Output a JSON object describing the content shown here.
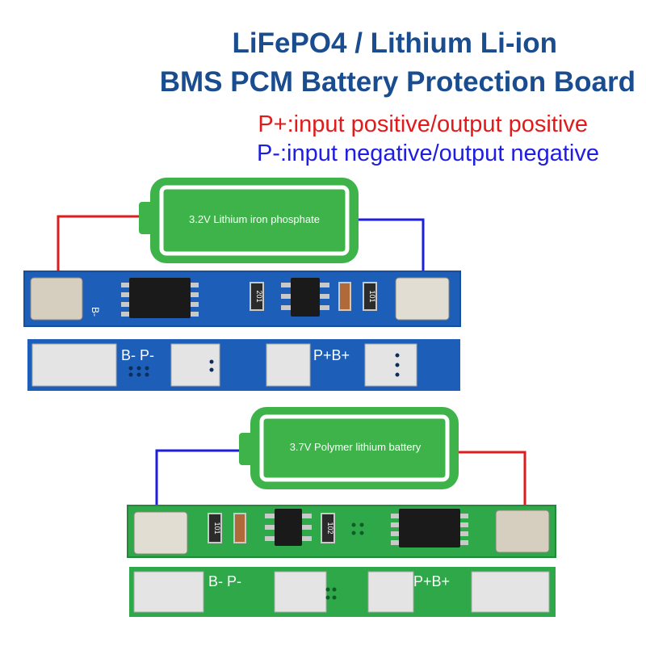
{
  "header": {
    "title_line1": "LiFePO4 / Lithium Li-ion",
    "title_line2": "BMS PCM Battery Protection Board",
    "pplus_desc": "P+:input positive/output positive",
    "pminus_desc": "P-:input negative/output negative"
  },
  "board1": {
    "battery_label": "3.2V Lithium iron phosphate",
    "top_silk_left": "B-",
    "resistor_1": "201",
    "resistor_2": "101",
    "bottom_label_left": "B- P-",
    "bottom_label_right": "P+B+"
  },
  "board2": {
    "battery_label": "3.7V Polymer lithium battery",
    "resistor_1": "101",
    "resistor_2": "102",
    "bottom_label_left": "B- P-",
    "bottom_label_right": "P+B+"
  },
  "colors": {
    "title_blue": "#1a4d8f",
    "positive_red": "#e01b1b",
    "negative_blue": "#1e1ee0",
    "battery_green": "#3db34a",
    "pcb_blue": "#1d5fb8",
    "pcb_green": "#2fa84a"
  }
}
